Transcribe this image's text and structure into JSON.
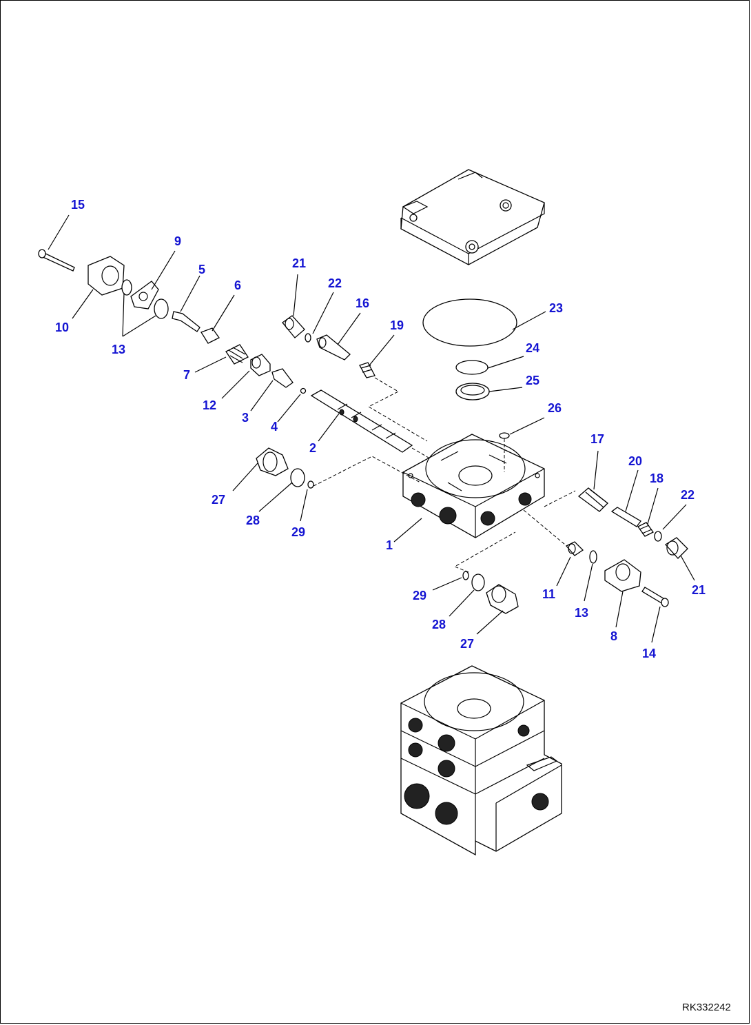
{
  "diagram": {
    "drawing_code": "RK332242",
    "callouts": [
      "15",
      "9",
      "5",
      "6",
      "10",
      "13",
      "7",
      "12",
      "3",
      "4",
      "2",
      "21",
      "22",
      "16",
      "19",
      "23",
      "24",
      "25",
      "26",
      "17",
      "20",
      "18",
      "22",
      "21",
      "1",
      "27",
      "28",
      "29",
      "29",
      "28",
      "27",
      "11",
      "13",
      "8",
      "14"
    ]
  },
  "colors": {
    "callout": "#1414d2",
    "line": "#000000",
    "background": "#ffffff"
  }
}
